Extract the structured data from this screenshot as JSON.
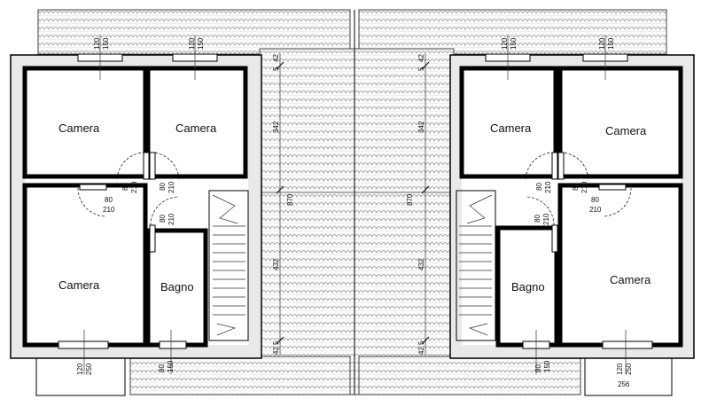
{
  "rooms": {
    "left_top_left": "Camera",
    "left_top_right": "Camera",
    "left_bottom_left": "Camera",
    "left_bath": "Bagno",
    "right_top_left": "Camera",
    "right_top_right": "Camera",
    "right_bath": "Bagno",
    "right_bottom_right": "Camera"
  },
  "dims": {
    "win_a": "120",
    "win_b": "150",
    "win_c": "120",
    "win_d": "150",
    "win_e": "120",
    "win_f": "150",
    "win_g": "120",
    "win_h": "150",
    "door_w1": "80",
    "door_h1": "210",
    "door_w2": "80",
    "door_h2": "210",
    "door_w3": "80",
    "door_h3": "210",
    "door_w4": "80",
    "door_h4": "210",
    "door_w5": "80",
    "door_h5": "210",
    "door_w6": "80",
    "door_h6": "210",
    "door_w7": "80",
    "door_h7": "210",
    "door_w8": "80",
    "door_h8": "210",
    "bot_a": "120",
    "bot_b": "250",
    "bot_c": "80",
    "bot_d": "150",
    "bot_e": "80",
    "bot_f": "150",
    "bot_g": "120",
    "bot_h": "250",
    "bot_i": "256",
    "roof_l_top": "42",
    "roof_l_5": "5",
    "roof_l_342": "342",
    "roof_l_870": "870",
    "roof_l_432": "432",
    "roof_l_42b": "42",
    "roof_l_5b": "5",
    "roof_r_top": "42",
    "roof_r_5": "5",
    "roof_r_342": "342",
    "roof_r_870": "870",
    "roof_r_432": "432",
    "roof_r_42b": "42",
    "roof_r_5b": "5"
  }
}
